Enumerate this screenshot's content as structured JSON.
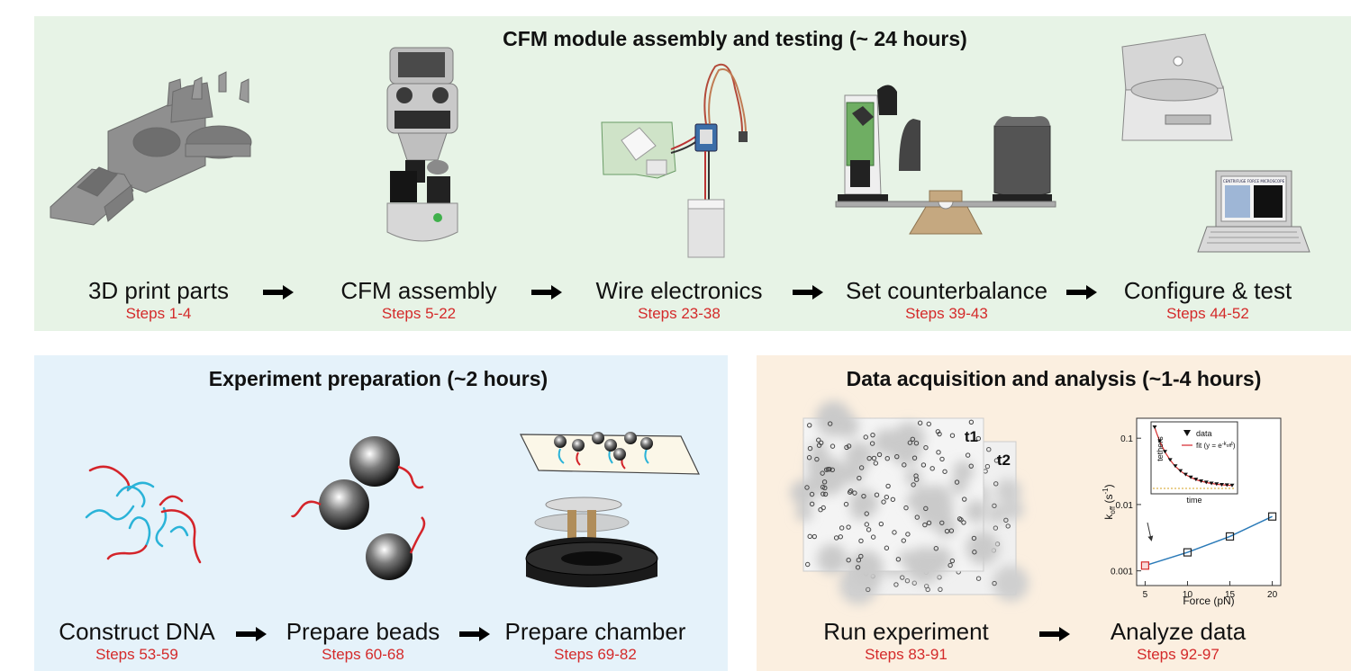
{
  "top": {
    "title": "CFM module assembly and testing (~ 24 hours)",
    "steps": [
      {
        "label": "3D print parts",
        "range": "Steps 1-4"
      },
      {
        "label": "CFM assembly",
        "range": "Steps 5-22"
      },
      {
        "label": "Wire electronics",
        "range": "Steps 23-38"
      },
      {
        "label": "Set counterbalance",
        "range": "Steps 39-43"
      },
      {
        "label": "Configure & test",
        "range": "Steps 44-52"
      }
    ],
    "screen_caption": "CENTRIFUGE FORCE MICROSCOPE"
  },
  "left": {
    "title": "Experiment preparation (~2 hours)",
    "steps": [
      {
        "label": "Construct DNA",
        "range": "Steps 53-59"
      },
      {
        "label": "Prepare beads",
        "range": "Steps 60-68"
      },
      {
        "label": "Prepare chamber",
        "range": "Steps 69-82"
      }
    ]
  },
  "right": {
    "title": "Data acquisition and analysis (~1-4 hours)",
    "steps": [
      {
        "label": "Run experiment",
        "range": "Steps 83-91"
      },
      {
        "label": "Analyze data",
        "range": "Steps 92-97"
      }
    ],
    "frames": [
      "t1",
      "t2"
    ]
  },
  "chart_data": {
    "type": "line",
    "x": [
      5,
      10,
      15,
      20
    ],
    "series": [
      {
        "values": [
          0.0012,
          0.0019,
          0.0033,
          0.0066
        ]
      }
    ],
    "xlabel": "Force (pN)",
    "ylabel": "k",
    "ylabel_sub": "off",
    "ylabel_unit": "(s",
    "ylabel_exp": "-1",
    "ylabel_close": ")",
    "xticks": [
      "5",
      "10",
      "15",
      "20"
    ],
    "yticks": [
      "0.001",
      "0.01",
      "0.1"
    ],
    "log_y": true,
    "ylim": [
      0.0006,
      0.2
    ],
    "xlim": [
      4,
      21
    ],
    "colors": {
      "line": "#2a7ab8",
      "highlight": "#d42a2a"
    },
    "inset": {
      "type": "scatter",
      "legend": [
        "data",
        "fit (y = e"
      ],
      "legend_exp": "-k",
      "legend_sub": "off",
      "legend_t": "t",
      "legend_close": ")",
      "xlabel": "time",
      "ylabel": "tethers"
    }
  }
}
